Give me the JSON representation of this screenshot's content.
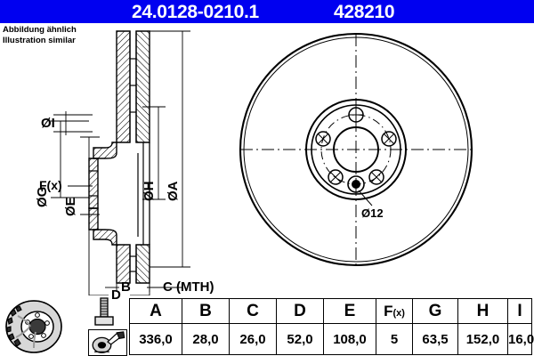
{
  "header": {
    "part_number": "24.0128-0210.1",
    "reference_number": "428210",
    "bar_color": "#0000f0",
    "text_color": "#ffffff"
  },
  "notice": {
    "line_de": "Abbildung ähnlich",
    "line_en": "Illustration similar"
  },
  "drawing": {
    "section_view": {
      "labels": {
        "dia_i": "ØI",
        "dia_g": "ØG",
        "dia_e": "ØE",
        "dia_h": "ØH",
        "dia_a": "ØA",
        "fx": "F(x)",
        "b": "B",
        "c_mth": "C (MTH)",
        "d": "D"
      }
    },
    "front_view": {
      "hole_label": "Ø12",
      "bolt_holes": 5,
      "marked_hole": 1
    }
  },
  "icons": {
    "disc_photo": "brake-disc-photo-icon",
    "bolt": "bolt-icon",
    "tool": "disc-tool-icon"
  },
  "table": {
    "columns": [
      "A",
      "B",
      "C",
      "D",
      "E",
      "F(x)",
      "G",
      "H",
      "I"
    ],
    "fx_main": "F",
    "fx_sub": "(x)",
    "values": [
      "336,0",
      "28,0",
      "26,0",
      "52,0",
      "108,0",
      "5",
      "63,5",
      "152,0",
      "16,0"
    ]
  }
}
